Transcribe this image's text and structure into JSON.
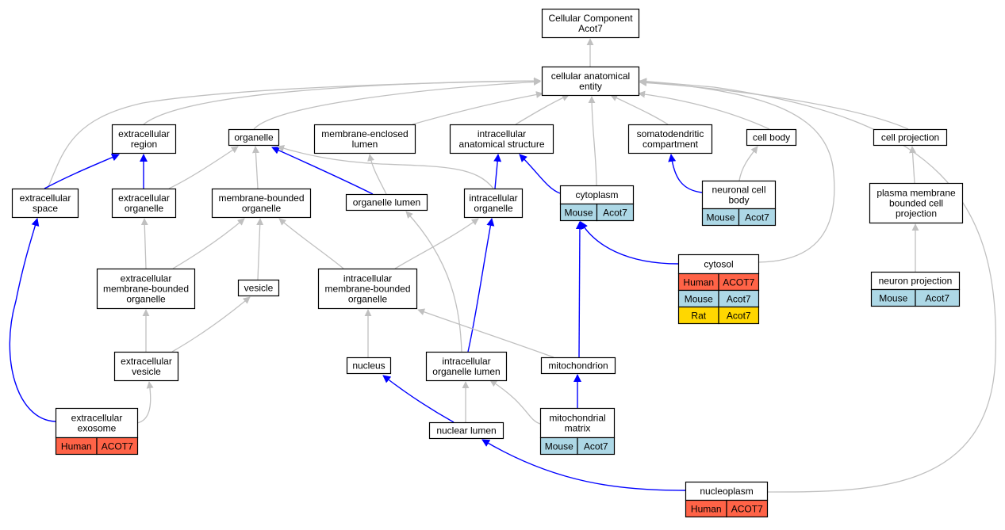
{
  "colors": {
    "human": "#ff6347",
    "mouse": "#add8e6",
    "rat": "#ffd700",
    "edge_is_a": "#c0c0c0",
    "edge_part_of": "#0000ff"
  },
  "nodes": [
    {
      "id": "cellular_component",
      "lines": [
        "Cellular Component",
        "Acot7"
      ]
    },
    {
      "id": "cellular_anatomical_entity",
      "lines": [
        "cellular anatomical",
        "entity"
      ]
    },
    {
      "id": "extracellular_region",
      "lines": [
        "extracellular",
        "region"
      ]
    },
    {
      "id": "organelle",
      "lines": [
        "organelle"
      ]
    },
    {
      "id": "membrane_enclosed_lumen",
      "lines": [
        "membrane-enclosed",
        "lumen"
      ]
    },
    {
      "id": "intracellular_anatomical_structure",
      "lines": [
        "intracellular",
        "anatomical structure"
      ]
    },
    {
      "id": "somatodendritic_compartment",
      "lines": [
        "somatodendritic",
        "compartment"
      ]
    },
    {
      "id": "cell_body",
      "lines": [
        "cell body"
      ]
    },
    {
      "id": "cell_projection",
      "lines": [
        "cell projection"
      ]
    },
    {
      "id": "extracellular_space",
      "lines": [
        "extracellular",
        "space"
      ]
    },
    {
      "id": "extracellular_organelle",
      "lines": [
        "extracellular",
        "organelle"
      ]
    },
    {
      "id": "membrane_bounded_organelle",
      "lines": [
        "membrane-bounded",
        "organelle"
      ]
    },
    {
      "id": "organelle_lumen",
      "lines": [
        "organelle lumen"
      ]
    },
    {
      "id": "intracellular_organelle",
      "lines": [
        "intracellular",
        "organelle"
      ]
    },
    {
      "id": "cytoplasm",
      "lines": [
        "cytoplasm"
      ],
      "species": [
        {
          "label": "Mouse",
          "gene": "Acot7",
          "color_key": "mouse"
        }
      ]
    },
    {
      "id": "neuronal_cell_body",
      "lines": [
        "neuronal cell",
        "body"
      ],
      "species": [
        {
          "label": "Mouse",
          "gene": "Acot7",
          "color_key": "mouse"
        }
      ]
    },
    {
      "id": "plasma_membrane_bounded_cell_projection",
      "lines": [
        "plasma membrane",
        "bounded cell",
        "projection"
      ]
    },
    {
      "id": "cytosol",
      "lines": [
        "cytosol"
      ],
      "species": [
        {
          "label": "Human",
          "gene": "ACOT7",
          "color_key": "human"
        },
        {
          "label": "Mouse",
          "gene": "Acot7",
          "color_key": "mouse"
        },
        {
          "label": "Rat",
          "gene": "Acot7",
          "color_key": "rat"
        }
      ]
    },
    {
      "id": "neuron_projection",
      "lines": [
        "neuron projection"
      ],
      "species": [
        {
          "label": "Mouse",
          "gene": "Acot7",
          "color_key": "mouse"
        }
      ]
    },
    {
      "id": "extracellular_membrane_bounded_organelle",
      "lines": [
        "extracellular",
        "membrane-bounded",
        "organelle"
      ]
    },
    {
      "id": "vesicle",
      "lines": [
        "vesicle"
      ]
    },
    {
      "id": "intracellular_membrane_bounded_organelle",
      "lines": [
        "intracellular",
        "membrane-bounded",
        "organelle"
      ]
    },
    {
      "id": "extracellular_vesicle",
      "lines": [
        "extracellular",
        "vesicle"
      ]
    },
    {
      "id": "nucleus",
      "lines": [
        "nucleus"
      ]
    },
    {
      "id": "intracellular_organelle_lumen",
      "lines": [
        "intracellular",
        "organelle lumen"
      ]
    },
    {
      "id": "mitochondrion",
      "lines": [
        "mitochondrion"
      ]
    },
    {
      "id": "extracellular_exosome",
      "lines": [
        "extracellular",
        "exosome"
      ],
      "species": [
        {
          "label": "Human",
          "gene": "ACOT7",
          "color_key": "human"
        }
      ]
    },
    {
      "id": "nuclear_lumen",
      "lines": [
        "nuclear lumen"
      ]
    },
    {
      "id": "mitochondrial_matrix",
      "lines": [
        "mitochondrial",
        "matrix"
      ],
      "species": [
        {
          "label": "Mouse",
          "gene": "Acot7",
          "color_key": "mouse"
        }
      ]
    },
    {
      "id": "nucleoplasm",
      "lines": [
        "nucleoplasm"
      ],
      "species": [
        {
          "label": "Human",
          "gene": "ACOT7",
          "color_key": "human"
        }
      ]
    }
  ],
  "edges": [
    {
      "from": "cellular_anatomical_entity",
      "to": "cellular_component",
      "type": "is_a"
    },
    {
      "from": "extracellular_region",
      "to": "cellular_anatomical_entity",
      "type": "is_a"
    },
    {
      "from": "organelle",
      "to": "cellular_anatomical_entity",
      "type": "is_a"
    },
    {
      "from": "membrane_enclosed_lumen",
      "to": "cellular_anatomical_entity",
      "type": "is_a"
    },
    {
      "from": "intracellular_anatomical_structure",
      "to": "cellular_anatomical_entity",
      "type": "is_a"
    },
    {
      "from": "cytoplasm",
      "to": "cellular_anatomical_entity",
      "type": "is_a"
    },
    {
      "from": "somatodendritic_compartment",
      "to": "cellular_anatomical_entity",
      "type": "is_a"
    },
    {
      "from": "cell_body",
      "to": "cellular_anatomical_entity",
      "type": "is_a"
    },
    {
      "from": "cell_projection",
      "to": "cellular_anatomical_entity",
      "type": "is_a"
    },
    {
      "from": "extracellular_space",
      "to": "cellular_anatomical_entity",
      "type": "is_a"
    },
    {
      "from": "cytosol",
      "to": "cellular_anatomical_entity",
      "type": "is_a"
    },
    {
      "from": "nucleoplasm",
      "to": "cellular_anatomical_entity",
      "type": "is_a"
    },
    {
      "from": "extracellular_space",
      "to": "extracellular_region",
      "type": "part_of"
    },
    {
      "from": "extracellular_organelle",
      "to": "extracellular_region",
      "type": "part_of"
    },
    {
      "from": "extracellular_organelle",
      "to": "organelle",
      "type": "is_a"
    },
    {
      "from": "membrane_bounded_organelle",
      "to": "organelle",
      "type": "is_a"
    },
    {
      "from": "organelle_lumen",
      "to": "organelle",
      "type": "part_of"
    },
    {
      "from": "intracellular_organelle",
      "to": "organelle",
      "type": "is_a"
    },
    {
      "from": "organelle_lumen",
      "to": "membrane_enclosed_lumen",
      "type": "is_a"
    },
    {
      "from": "intracellular_organelle",
      "to": "intracellular_anatomical_structure",
      "type": "part_of"
    },
    {
      "from": "cytoplasm",
      "to": "intracellular_anatomical_structure",
      "type": "part_of"
    },
    {
      "from": "neuronal_cell_body",
      "to": "somatodendritic_compartment",
      "type": "part_of"
    },
    {
      "from": "neuronal_cell_body",
      "to": "cell_body",
      "type": "is_a"
    },
    {
      "from": "plasma_membrane_bounded_cell_projection",
      "to": "cell_projection",
      "type": "is_a"
    },
    {
      "from": "neuron_projection",
      "to": "plasma_membrane_bounded_cell_projection",
      "type": "is_a"
    },
    {
      "from": "extracellular_exosome",
      "to": "extracellular_space",
      "type": "part_of"
    },
    {
      "from": "extracellular_membrane_bounded_organelle",
      "to": "extracellular_organelle",
      "type": "is_a"
    },
    {
      "from": "extracellular_membrane_bounded_organelle",
      "to": "membrane_bounded_organelle",
      "type": "is_a"
    },
    {
      "from": "vesicle",
      "to": "membrane_bounded_organelle",
      "type": "is_a"
    },
    {
      "from": "intracellular_membrane_bounded_organelle",
      "to": "membrane_bounded_organelle",
      "type": "is_a"
    },
    {
      "from": "intracellular_membrane_bounded_organelle",
      "to": "intracellular_organelle",
      "type": "is_a"
    },
    {
      "from": "intracellular_organelle_lumen",
      "to": "organelle_lumen",
      "type": "is_a"
    },
    {
      "from": "intracellular_organelle_lumen",
      "to": "intracellular_organelle",
      "type": "part_of"
    },
    {
      "from": "cytosol",
      "to": "cytoplasm",
      "type": "part_of"
    },
    {
      "from": "mitochondrion",
      "to": "cytoplasm",
      "type": "part_of"
    },
    {
      "from": "extracellular_vesicle",
      "to": "extracellular_membrane_bounded_organelle",
      "type": "is_a"
    },
    {
      "from": "extracellular_vesicle",
      "to": "vesicle",
      "type": "is_a"
    },
    {
      "from": "nucleus",
      "to": "intracellular_membrane_bounded_organelle",
      "type": "is_a"
    },
    {
      "from": "mitochondrion",
      "to": "intracellular_membrane_bounded_organelle",
      "type": "is_a"
    },
    {
      "from": "extracellular_exosome",
      "to": "extracellular_vesicle",
      "type": "is_a"
    },
    {
      "from": "nuclear_lumen",
      "to": "nucleus",
      "type": "part_of"
    },
    {
      "from": "nuclear_lumen",
      "to": "intracellular_organelle_lumen",
      "type": "is_a"
    },
    {
      "from": "mitochondrial_matrix",
      "to": "intracellular_organelle_lumen",
      "type": "is_a"
    },
    {
      "from": "mitochondrial_matrix",
      "to": "mitochondrion",
      "type": "part_of"
    },
    {
      "from": "nucleoplasm",
      "to": "nuclear_lumen",
      "type": "part_of"
    }
  ]
}
